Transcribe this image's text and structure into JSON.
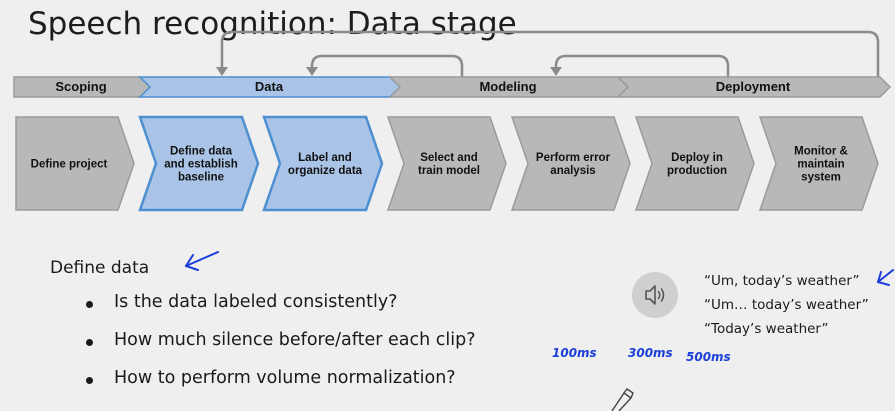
{
  "slide": {
    "title": "Speech recognition: Data stage"
  },
  "phases": [
    {
      "label": "Scoping",
      "highlighted": false
    },
    {
      "label": "Data",
      "highlighted": true
    },
    {
      "label": "Modeling",
      "highlighted": false
    },
    {
      "label": "Deployment",
      "highlighted": false
    }
  ],
  "steps": [
    {
      "lines": [
        "Define project"
      ],
      "highlighted": false
    },
    {
      "lines": [
        "Define data",
        "and establish",
        "baseline"
      ],
      "highlighted": true
    },
    {
      "lines": [
        "Label and",
        "organize data"
      ],
      "highlighted": true
    },
    {
      "lines": [
        "Select and",
        "train model"
      ],
      "highlighted": false
    },
    {
      "lines": [
        "Perform error",
        "analysis"
      ],
      "highlighted": false
    },
    {
      "lines": [
        "Deploy in",
        "production"
      ],
      "highlighted": false
    },
    {
      "lines": [
        "Monitor &",
        "maintain",
        "system"
      ],
      "highlighted": false
    }
  ],
  "content": {
    "heading": "Define data",
    "bullets": [
      "Is the data labeled consistently?",
      "How much silence before/after each clip?",
      "How to perform volume normalization?"
    ]
  },
  "audio": {
    "icon": "speaker-icon",
    "transcripts": [
      "“Um, today’s weather”",
      "“Um… today’s weather”",
      "“Today’s weather”"
    ]
  },
  "annotations": {
    "silence_options": [
      "100ms",
      "300ms",
      "500ms"
    ],
    "ink_color": "#1b3fd8"
  },
  "colors": {
    "gray_fill": "#b8b8b8",
    "gray_stroke": "#9a9a9a",
    "blue_fill": "#a9c4e6",
    "blue_stroke": "#4d8fd0"
  }
}
